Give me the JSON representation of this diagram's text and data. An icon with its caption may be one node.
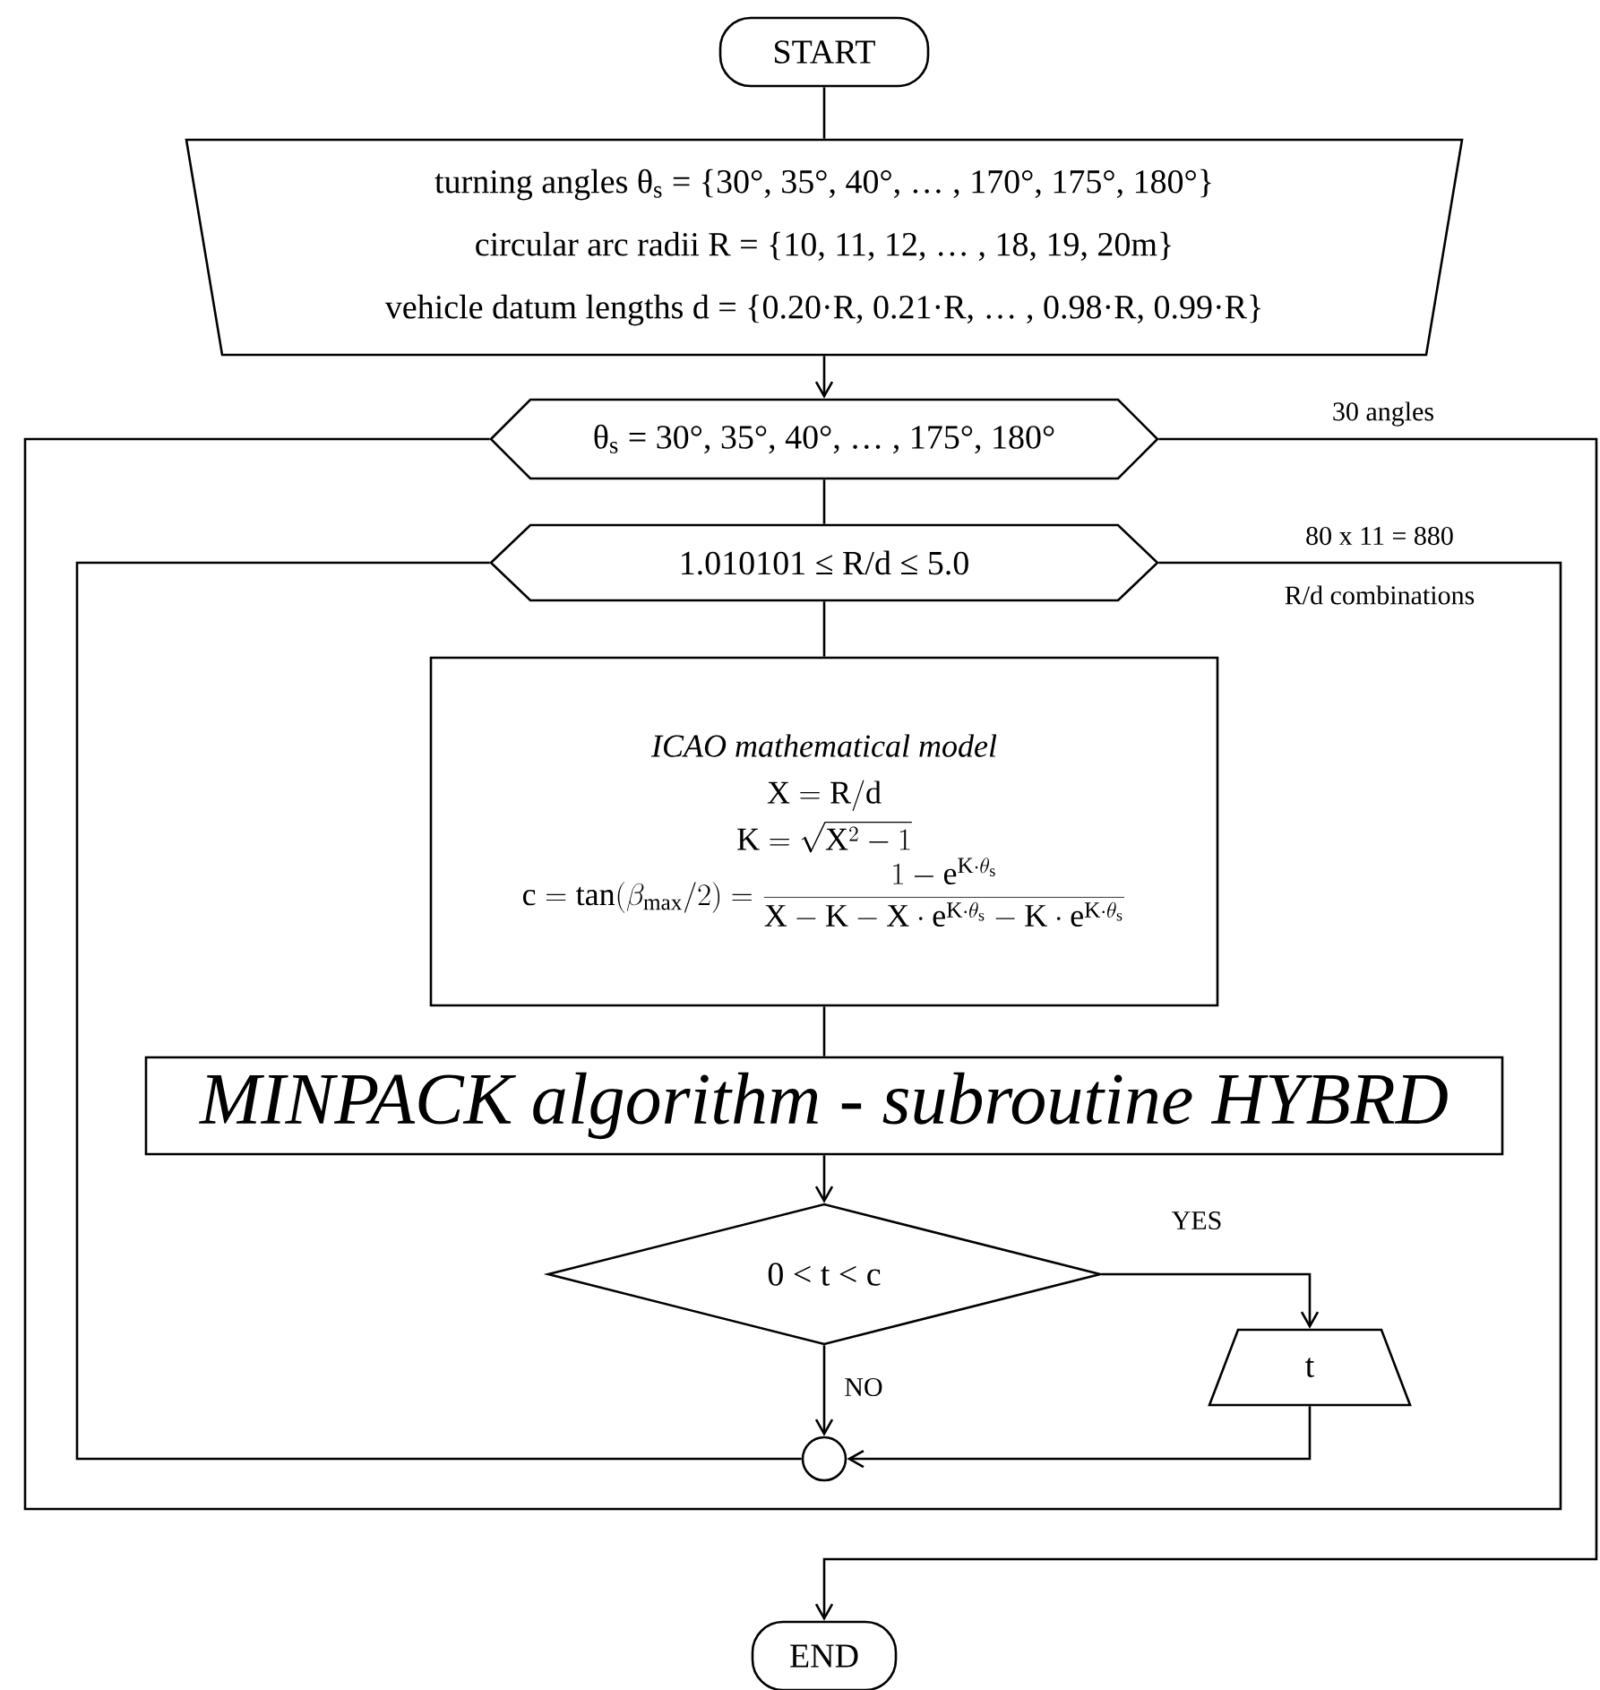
{
  "diagram": {
    "nodes": [
      {
        "text": [
          "START"
        ]
      },
      {
        "text": [
          "turning angles θ$_{s}$ = {30°, 35°, 40°, … , 170°, 175°, 180°}",
          "circular arc radii R = {10, 11, 12, … , 18, 19, 20m}",
          "vehicle datum lengths d = {0.20·R, 0.21·R, … , 0.98·R, 0.99·R}"
        ]
      },
      {
        "text": [
          "θ$_{s}$ = 30°, 35°, 40°, … , 175°, 180°"
        ]
      },
      {
        "text": [
          "1.010101 ≤ R/d ≤ 5.0"
        ]
      },
      {
        "text": [
          "ICAO mathematical model",
          "\\mathrm{X = R/d}",
          "\\mathrm{K} = \\sqrt{\\mathrm{X}^2 - 1}",
          "\\mathrm{c} = \\tan(\\beta_{\\max}/2) = \\frac{1 - \\mathrm{e}^{\\mathrm{K}\\cdot\\theta_\\mathrm{s}}}{\\mathrm{X} - \\mathrm{K} - \\mathrm{X}\\cdot\\mathrm{e}^{\\mathrm{K}\\cdot\\theta_\\mathrm{s}} - \\mathrm{K}\\cdot\\mathrm{e}^{\\mathrm{K}\\cdot\\theta_\\mathrm{s}}}"
        ]
      },
      {
        "text": [
          "MINPACK algorithm - subroutine HYBRD"
        ]
      },
      {
        "text": [
          "0 < t < c"
        ]
      },
      {
        "text": [
          "t"
        ]
      },
      {
        "text": [],
        "shape": "circle"
      },
      {
        "text": [
          "END"
        ]
      }
    ],
    "edges": [
      {
        "from": 0,
        "to": 1,
        "arrow": "none"
      },
      {
        "from": 1,
        "to": 2,
        "arrow": "to"
      },
      {
        "from": 2,
        "to": 3,
        "arrow": "none"
      },
      {
        "from": 3,
        "to": 4,
        "arrow": "none"
      },
      {
        "from": 4,
        "to": 5,
        "arrow": "none"
      },
      {
        "from": 5,
        "to": 6,
        "arrow": "to"
      },
      {
        "from": 6,
        "to": 7,
        "arrow": "to",
        "label": "YES"
      },
      {
        "from": 6,
        "to": 8,
        "arrow": "to",
        "label": "NO"
      },
      {
        "from": 7,
        "to": 8,
        "arrow": "to"
      },
      {
        "from": 8,
        "to": 3,
        "arrow": "none"
      },
      {
        "from": 3,
        "to": 2,
        "arrow": "none"
      },
      {
        "from": 2,
        "to": 9,
        "arrow": "to"
      }
    ],
    "labels": [
      "30 angles",
      "80 x 11 = 880",
      "R/d combinations"
    ]
  }
}
